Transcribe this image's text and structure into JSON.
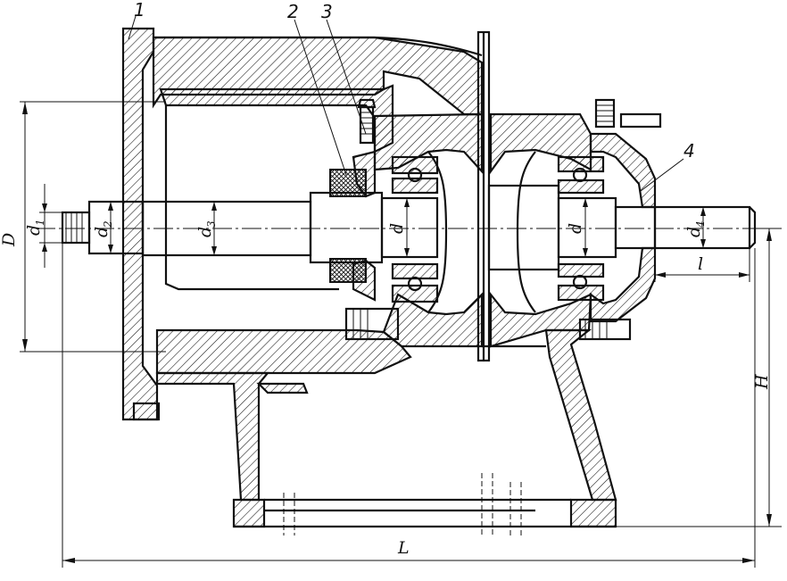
{
  "part_numbers": [
    "1",
    "2",
    "3",
    "4"
  ],
  "dimensions": {
    "D": "D",
    "d1": "d",
    "d1_sub": "1",
    "d2": "d",
    "d2_sub": "2",
    "d3": "d",
    "d3_sub": "3",
    "d": "d",
    "d_inner": "d",
    "d4": "d",
    "d4_sub": "4",
    "l": "l",
    "H": "H",
    "L": "L"
  }
}
